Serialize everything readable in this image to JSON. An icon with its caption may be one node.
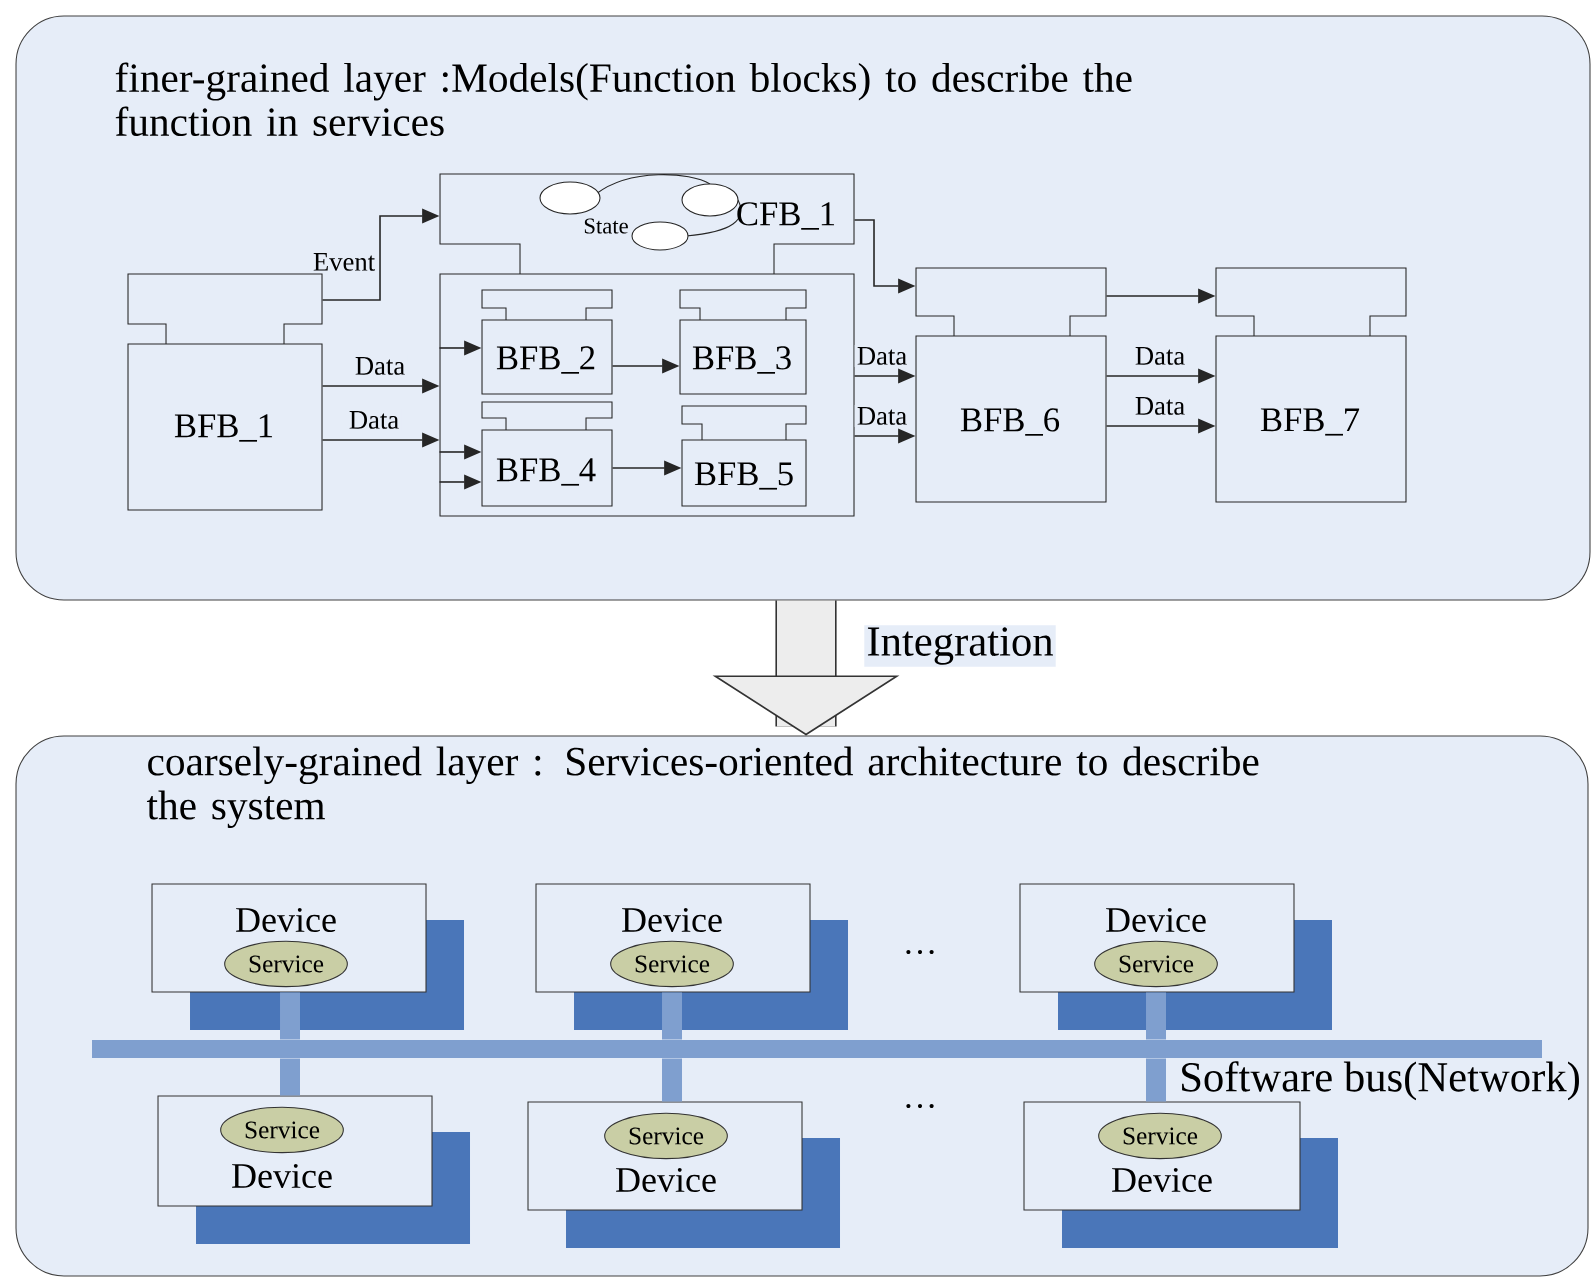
{
  "diagram": {
    "nodes": [
      {
        "text": [
          "finer-grained layer :Models(Function blocks) to describe the function in services"
        ]
      },
      {
        "text": [
          "BFB_1"
        ],
        "in": 0
      },
      {
        "text": [
          "CFB_1"
        ],
        "in": 0
      },
      {
        "text": [
          "BFB_2"
        ],
        "in": 2
      },
      {
        "text": [
          "BFB_3"
        ],
        "in": 2
      },
      {
        "text": [
          "BFB_4"
        ],
        "in": 2
      },
      {
        "text": [
          "BFB_5"
        ],
        "in": 2
      },
      {
        "text": [
          "BFB_6"
        ],
        "in": 0
      },
      {
        "text": [
          "BFB_7"
        ],
        "in": 0
      },
      {
        "text": [
          "coarsely-grained layer : Services-oriented architecture to describe the system"
        ]
      },
      {
        "text": [
          "Device"
        ],
        "in": 9
      },
      {
        "text": [
          "Service"
        ],
        "in": 10
      },
      {
        "text": [
          "Device"
        ],
        "in": 9
      },
      {
        "text": [
          "Service"
        ],
        "in": 12
      },
      {
        "text": [
          "Device"
        ],
        "in": 9
      },
      {
        "text": [
          "Service"
        ],
        "in": 14
      },
      {
        "text": [
          "Device"
        ],
        "in": 9
      },
      {
        "text": [
          "Service"
        ],
        "in": 16
      },
      {
        "text": [
          "Device"
        ],
        "in": 9
      },
      {
        "text": [
          "Service"
        ],
        "in": 18
      },
      {
        "text": [
          "Device"
        ],
        "in": 9
      },
      {
        "text": [
          "Service"
        ],
        "in": 20
      },
      {
        "text": [
          "Software bus(Network)"
        ],
        "in": 9
      }
    ],
    "edges": [
      {
        "from": 1,
        "to": 2,
        "arrow": "to",
        "label": "Event"
      },
      {
        "from": 1,
        "to": 2,
        "arrow": "to",
        "label": "Data"
      },
      {
        "from": 1,
        "to": 2,
        "arrow": "to",
        "label": "Data"
      },
      {
        "from": 2,
        "to": 3,
        "arrow": "to"
      },
      {
        "from": 2,
        "to": 5,
        "arrow": "to"
      },
      {
        "from": 2,
        "to": 5,
        "arrow": "to"
      },
      {
        "from": 3,
        "to": 4,
        "arrow": "to"
      },
      {
        "from": 5,
        "to": 6,
        "arrow": "to"
      },
      {
        "from": 2,
        "to": 7,
        "arrow": "to"
      },
      {
        "from": 2,
        "to": 7,
        "arrow": "to",
        "label": "Data"
      },
      {
        "from": 2,
        "to": 7,
        "arrow": "to",
        "label": "Data"
      },
      {
        "from": 7,
        "to": 8,
        "arrow": "to"
      },
      {
        "from": 7,
        "to": 8,
        "arrow": "to",
        "label": "Data"
      },
      {
        "from": 7,
        "to": 8,
        "arrow": "to",
        "label": "Data"
      },
      {
        "from": 0,
        "to": 9,
        "arrow": "to",
        "label": "Integration",
        "style": "thick"
      },
      {
        "from": 10,
        "to": 22,
        "arrow": "none",
        "style": "thick",
        "color": "#7f9fcf"
      },
      {
        "from": 12,
        "to": 22,
        "arrow": "none",
        "style": "thick",
        "color": "#7f9fcf"
      },
      {
        "from": 14,
        "to": 22,
        "arrow": "none",
        "style": "thick",
        "color": "#7f9fcf"
      },
      {
        "from": 16,
        "to": 22,
        "arrow": "none",
        "style": "thick",
        "color": "#7f9fcf"
      },
      {
        "from": 18,
        "to": 22,
        "arrow": "none",
        "style": "thick",
        "color": "#7f9fcf"
      },
      {
        "from": 20,
        "to": 22,
        "arrow": "none",
        "style": "thick",
        "color": "#7f9fcf"
      }
    ],
    "labels": [
      "State",
      "…",
      "…"
    ]
  }
}
